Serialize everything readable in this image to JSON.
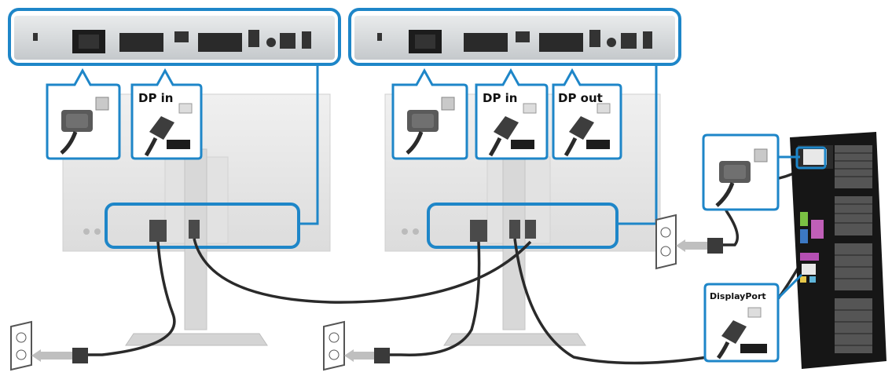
{
  "labels": {
    "monitor1_dp_in": "DP in",
    "monitor2_dp_in": "DP in",
    "monitor2_dp_out": "DP out",
    "pc_displayport": "DisplayPort"
  },
  "colors": {
    "callout_border": "#1e86c8",
    "monitor_body": "#e6e6e6",
    "port_panel": "#cfd3d6",
    "cable": "#2a2a2a",
    "connector": "#4a4a4a",
    "pc_case": "#1a1a1a"
  },
  "icons": [
    "power-plug-icon",
    "displayport-connector-icon",
    "wall-outlet-icon",
    "power-cord-icon"
  ]
}
